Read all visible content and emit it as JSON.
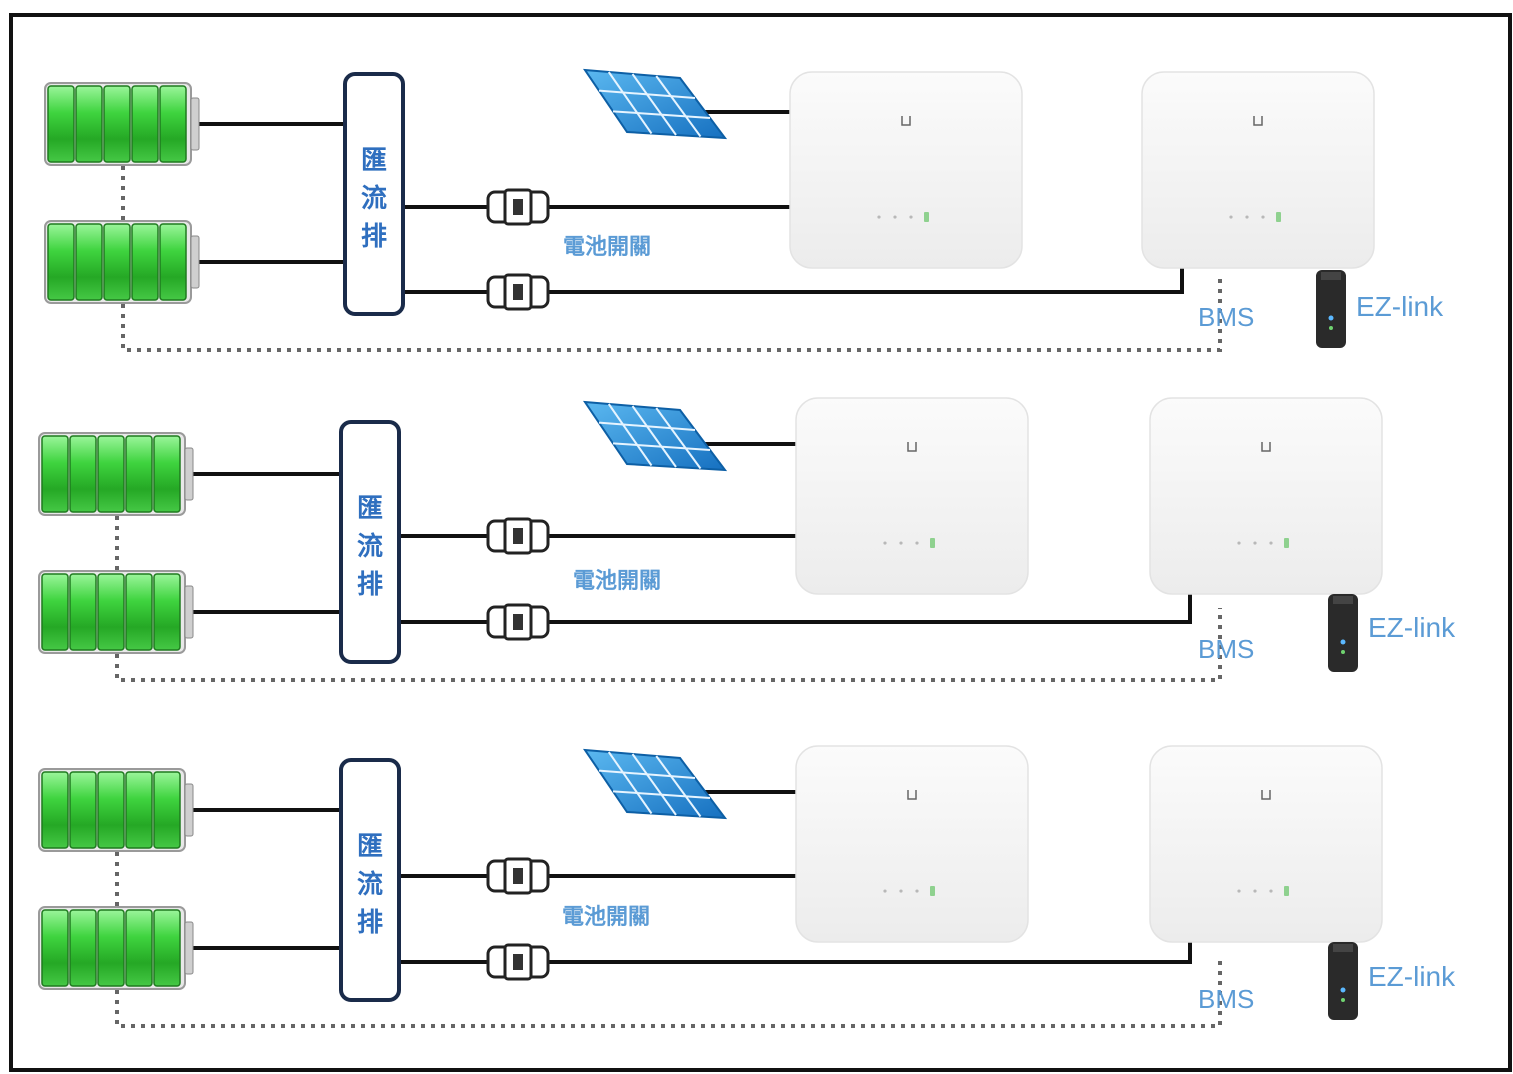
{
  "rows": [
    {
      "busbar_label": [
        "匯",
        "流",
        "排"
      ],
      "switch_label": "電池開關",
      "bms_label": "BMS",
      "ezlink_label": "EZ-link"
    },
    {
      "busbar_label": [
        "匯",
        "流",
        "排"
      ],
      "switch_label": "電池開關",
      "bms_label": "BMS",
      "ezlink_label": "EZ-link"
    },
    {
      "busbar_label": [
        "匯",
        "流",
        "排"
      ],
      "switch_label": "電池開關",
      "bms_label": "BMS",
      "ezlink_label": "EZ-link"
    }
  ],
  "colors": {
    "frame": "#111111",
    "wire": "#111111",
    "busbar_border": "#1a2b4a",
    "label_blue": "#5b9bd5",
    "busbar_text": "#2f6fbf",
    "battery_green": "#3fcf3f",
    "solar_blue": "#1e88d6"
  }
}
